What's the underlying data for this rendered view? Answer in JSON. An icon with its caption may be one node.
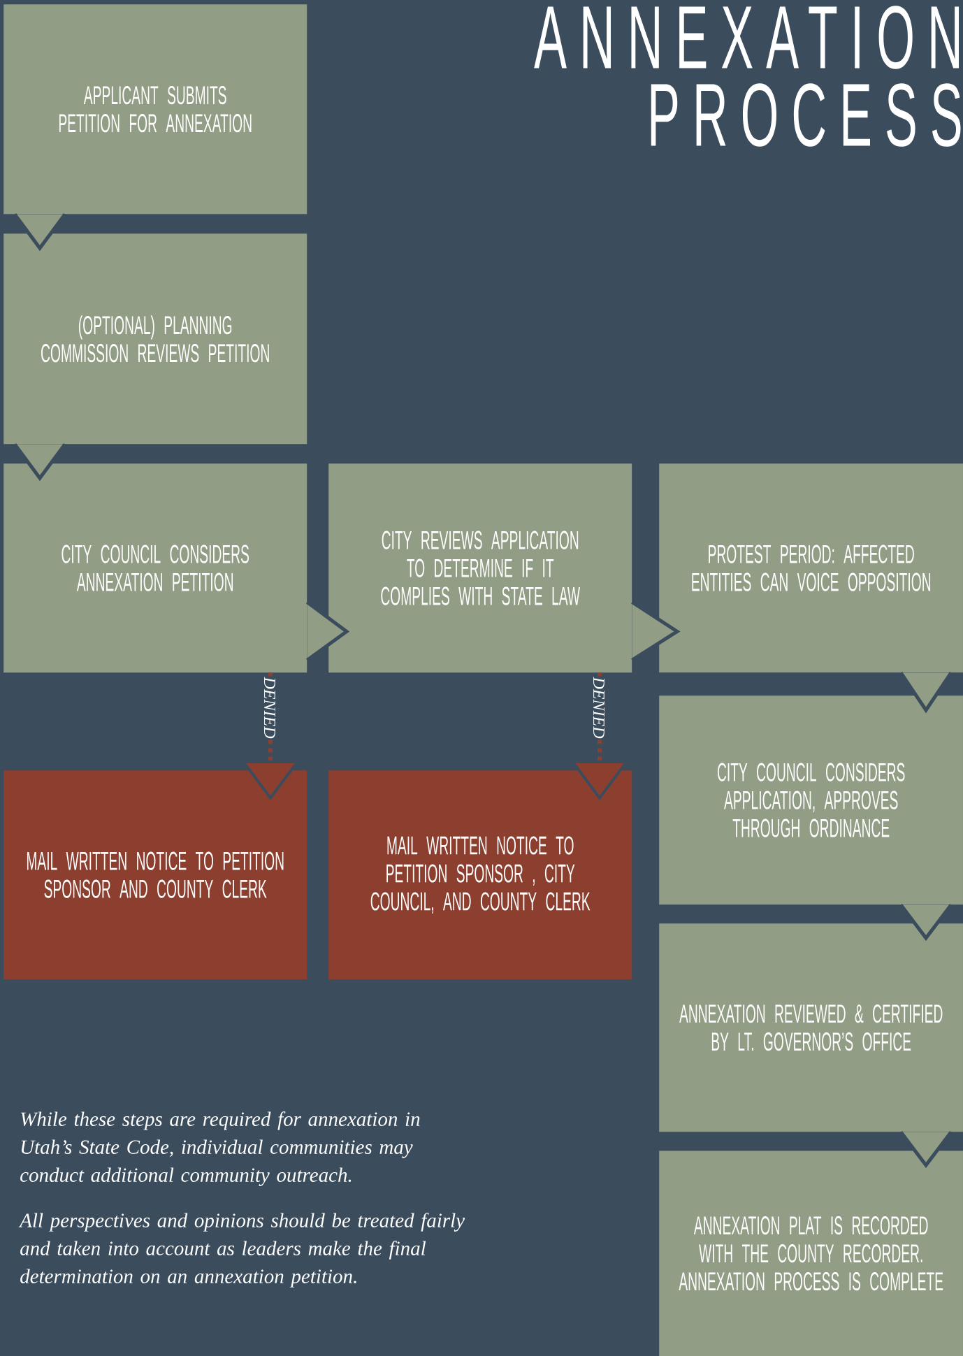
{
  "diagram": {
    "title": "ANNEXATION PROCESS",
    "nodes": [
      {
        "text": [
          "APPLICANT SUBMITS PETITION FOR ANNEXATION"
        ]
      },
      {
        "text": [
          "(OPTIONAL) PLANNING COMMISSION REVIEWS PETITION"
        ]
      },
      {
        "text": [
          "CITY COUNCIL CONSIDERS ANNEXATION PETITION"
        ]
      },
      {
        "text": [
          "CITY REVIEWS APPLICATION TO DETERMINE IF IT COMPLIES WITH STATE LAW"
        ]
      },
      {
        "text": [
          "PROTEST PERIOD: AFFECTED ENTITIES CAN VOICE OPPOSITION"
        ]
      },
      {
        "text": [
          "CITY COUNCIL CONSIDERS APPLICATION, APPROVES THROUGH ORDINANCE"
        ]
      },
      {
        "text": [
          "ANNEXATION REVIEWED & CERTIFIED BY LT. GOVERNOR’S OFFICE"
        ]
      },
      {
        "text": [
          "ANNEXATION PLAT IS RECORDED WITH THE COUNTY RECORDER. ANNEXATION PROCESS IS COMPLETE"
        ]
      },
      {
        "text": [
          "MAIL WRITTEN NOTICE TO PETITION SPONSOR AND COUNTY CLERK"
        ]
      },
      {
        "text": [
          "MAIL WRITTEN NOTICE TO PETITION SPONSOR , CITY COUNCIL, AND COUNTY CLERK"
        ]
      }
    ],
    "edges": [
      {
        "from": 0,
        "to": 1,
        "arrow": "to"
      },
      {
        "from": 1,
        "to": 2,
        "arrow": "to"
      },
      {
        "from": 2,
        "to": 3,
        "arrow": "to"
      },
      {
        "from": 3,
        "to": 4,
        "arrow": "to"
      },
      {
        "from": 4,
        "to": 5,
        "arrow": "to"
      },
      {
        "from": 5,
        "to": 6,
        "arrow": "to"
      },
      {
        "from": 6,
        "to": 7,
        "arrow": "to"
      },
      {
        "from": 2,
        "to": 8,
        "arrow": "to",
        "label": "DENIED",
        "style": "dashed",
        "color": "#8c3f2f"
      },
      {
        "from": 3,
        "to": 9,
        "arrow": "to",
        "label": "DENIED",
        "style": "dashed",
        "color": "#8c3f2f"
      }
    ],
    "labels": [
      "While these steps are required for annexation in Utah’s State Code, individual communities may conduct additional community outreach.",
      "All perspectives and opinions should be treated fairly and taken into account as leaders make the final determination on an annexation petition."
    ]
  }
}
